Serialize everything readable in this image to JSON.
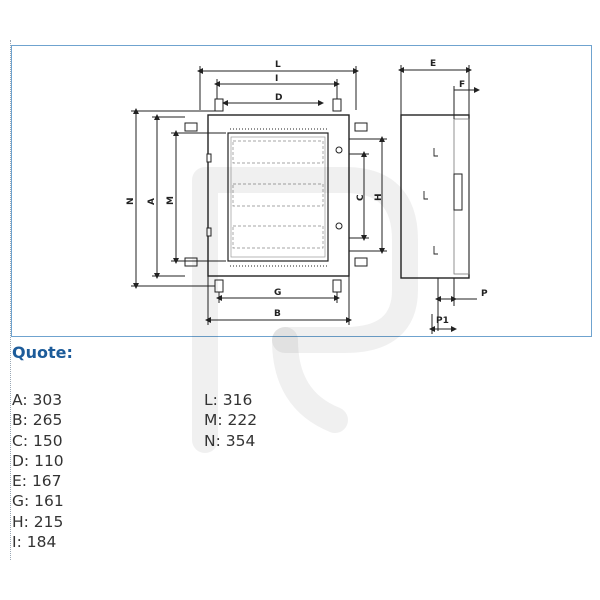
{
  "drawing": {
    "front_labels": {
      "L": "L",
      "I": "I",
      "D": "D",
      "N": "N",
      "A": "A",
      "M": "M",
      "C": "C",
      "H": "H",
      "G": "G",
      "B": "B"
    },
    "side_labels": {
      "E": "E",
      "F": "F",
      "P": "P",
      "P1": "P1"
    }
  },
  "quote": {
    "heading": "Quote:",
    "column_1": [
      {
        "key": "A",
        "value": "303",
        "text": "A: 303"
      },
      {
        "key": "B",
        "value": "265",
        "text": "B: 265"
      },
      {
        "key": "C",
        "value": "150",
        "text": "C: 150"
      },
      {
        "key": "D",
        "value": "110",
        "text": "D: 110"
      },
      {
        "key": "E",
        "value": "167",
        "text": "E: 167"
      },
      {
        "key": "G",
        "value": "161",
        "text": "G: 161"
      },
      {
        "key": "H",
        "value": "215",
        "text": "H: 215"
      },
      {
        "key": "I",
        "value": "184",
        "text": "I: 184"
      }
    ],
    "column_2": [
      {
        "key": "L",
        "value": "316",
        "text": "L: 316"
      },
      {
        "key": "M",
        "value": "222",
        "text": "M: 222"
      },
      {
        "key": "N",
        "value": "354",
        "text": "N: 354"
      }
    ]
  },
  "colors": {
    "frame_border": "#6fa3cf",
    "heading": "#1d5c9a",
    "text": "#333333",
    "line": "#222222"
  }
}
